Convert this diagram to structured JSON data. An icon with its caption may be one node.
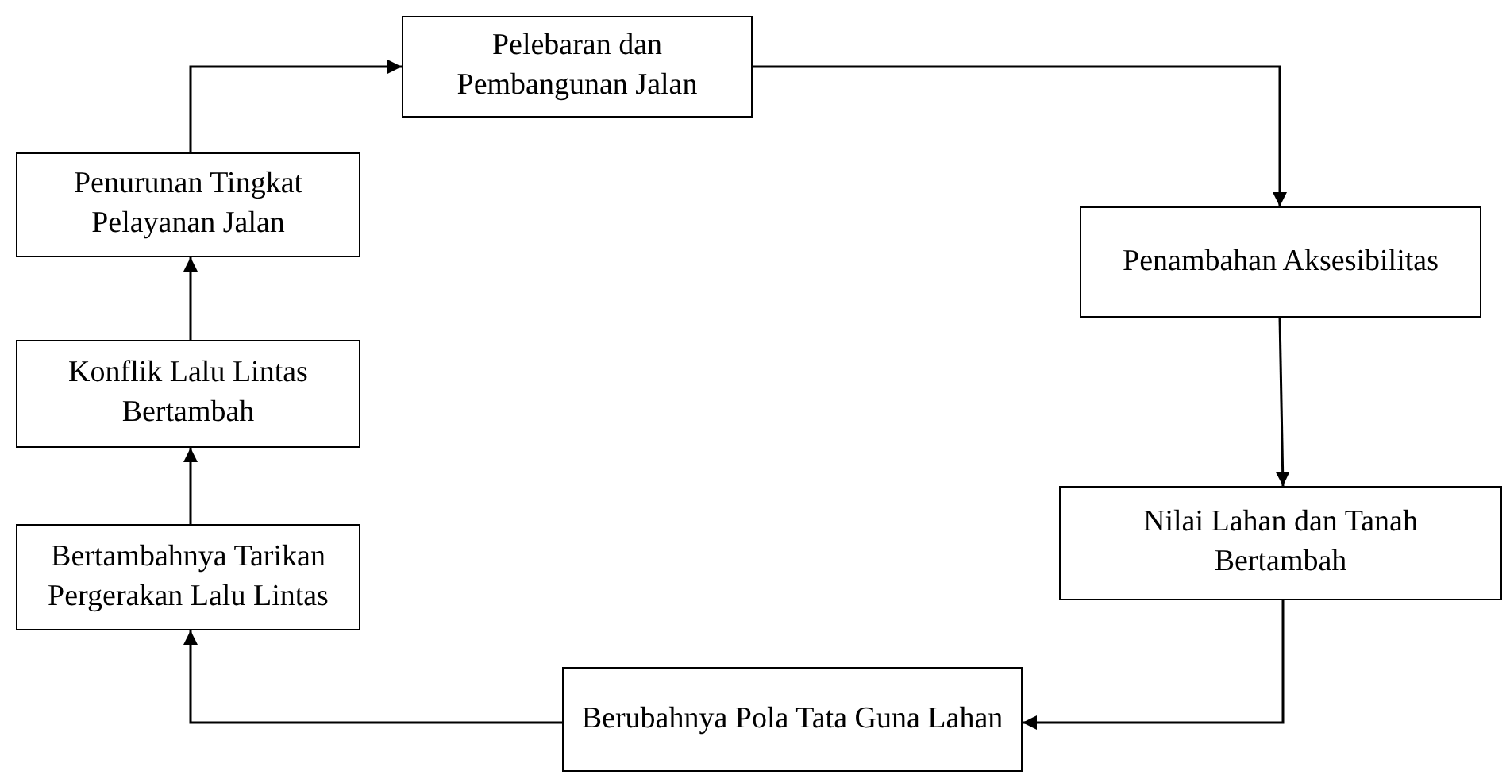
{
  "diagram": {
    "nodes": [
      {
        "text": [
          "Pelebaran dan Pembangunan Jalan"
        ]
      },
      {
        "text": [
          "Penurunan Tingkat Pelayanan Jalan"
        ]
      },
      {
        "text": [
          "Penambahan Aksesibilitas"
        ]
      },
      {
        "text": [
          "Konflik Lalu Lintas Bertambah"
        ]
      },
      {
        "text": [
          "Nilai Lahan dan Tanah Bertambah"
        ]
      },
      {
        "text": [
          "Bertambahnya Tarikan Pergerakan Lalu Lintas"
        ]
      },
      {
        "text": [
          "Berubahnya Pola Tata Guna Lahan"
        ]
      }
    ],
    "edges": [
      {
        "from": 1,
        "to": 0,
        "arrow": "to"
      },
      {
        "from": 0,
        "to": 2,
        "arrow": "to"
      },
      {
        "from": 2,
        "to": 4,
        "arrow": "to"
      },
      {
        "from": 4,
        "to": 6,
        "arrow": "to"
      },
      {
        "from": 6,
        "to": 5,
        "arrow": "to"
      },
      {
        "from": 5,
        "to": 3,
        "arrow": "to"
      },
      {
        "from": 3,
        "to": 1,
        "arrow": "to"
      }
    ]
  }
}
